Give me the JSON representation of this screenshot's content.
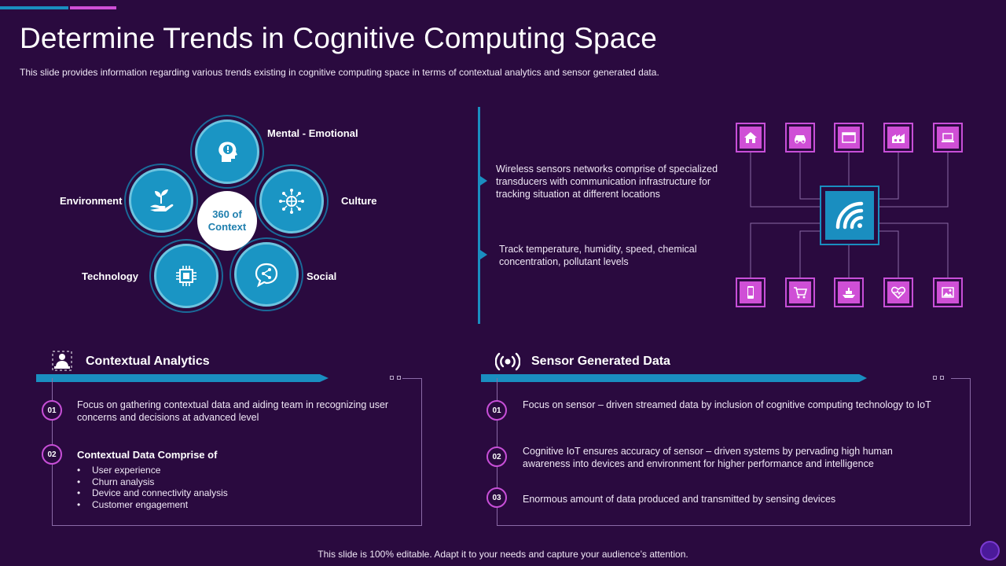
{
  "slide": {
    "title": "Determine Trends in Cognitive Computing Space",
    "subtitle": "This slide provides information regarding various trends existing in cognitive computing space in terms of contextual analytics and sensor generated data.",
    "footer": "This slide is 100% editable. Adapt it to your needs and capture your audience’s attention."
  },
  "context_diagram": {
    "center_line1": "360 of",
    "center_line2": "Context",
    "labels": {
      "mental": "Mental - Emotional",
      "culture": "Culture",
      "social": "Social",
      "technology": "Technology",
      "environment": "Environment"
    },
    "icons": [
      "head-idea-icon",
      "network-globe-icon",
      "chat-share-icon",
      "chip-icon",
      "plant-hand-icon"
    ]
  },
  "sensor_points": [
    "Wireless sensors networks comprise of specialized transducers with communication infrastructure for tracking situation at different locations",
    "Track temperature, humidity, speed, chemical concentration, pollutant levels"
  ],
  "iot": {
    "top_icons": [
      "home-icon",
      "car-icon",
      "browser-icon",
      "factory-icon",
      "laptop-icon"
    ],
    "bottom_icons": [
      "phone-icon",
      "cart-icon",
      "ship-icon",
      "heart-rate-icon",
      "image-icon"
    ],
    "hub_icon": "wifi-icon"
  },
  "contextual_analytics": {
    "heading": "Contextual Analytics",
    "item1_num": "01",
    "item1_text": "Focus on gathering contextual data and aiding team in recognizing user concerns and decisions at advanced  level",
    "item2_num": "02",
    "item2_heading": "Contextual Data Comprise of",
    "bullets": [
      "User experience",
      "Churn analysis",
      "Device and connectivity analysis",
      "Customer engagement"
    ]
  },
  "sensor_generated": {
    "heading": "Sensor Generated Data",
    "items": [
      {
        "num": "01",
        "text": "Focus on sensor – driven streamed data by inclusion of cognitive computing technology to IoT"
      },
      {
        "num": "02",
        "text": "Cognitive IoT ensures accuracy of sensor – driven systems by pervading high human awareness into devices and environment  for higher performance  and intelligence"
      },
      {
        "num": "03",
        "text": "Enormous amount of data produced and transmitted by sensing devices"
      }
    ]
  },
  "colors": {
    "background": "#2a0a3f",
    "blue_accent": "#1a8ec0",
    "pink_accent": "#cf4fd6"
  }
}
